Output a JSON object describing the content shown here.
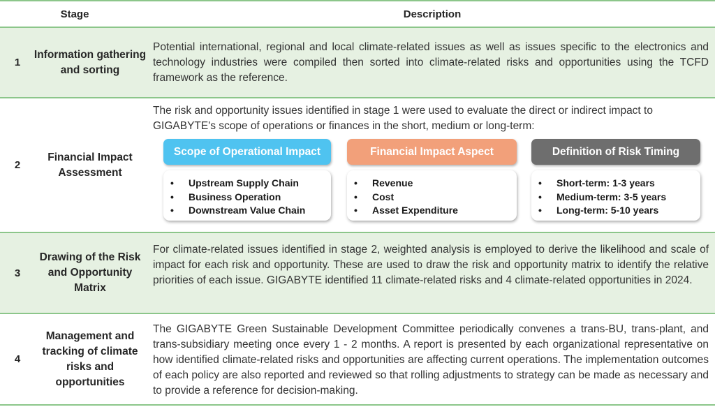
{
  "header": {
    "stage": "Stage",
    "description": "Description"
  },
  "rows": [
    {
      "num": "1",
      "name": "Information gathering and sorting",
      "text": "Potential international, regional and local climate-related issues as well as issues specific to the electronics and technology industries were compiled then sorted into climate-related risks and opportunities using the TCFD framework as the reference."
    },
    {
      "num": "2",
      "name": "Financial Impact Assessment",
      "text": "The risk and opportunity issues identified in stage 1 were used to evaluate the direct or indirect impact to GIGABYTE's scope of operations or finances in the short, medium or long-term:"
    },
    {
      "num": "3",
      "name": "Drawing of the Risk and Opportunity Matrix",
      "text": "For climate-related issues identified in stage 2, weighted analysis is employed to derive the likelihood and scale of impact for each risk and opportunity. These are used to draw the risk and opportunity matrix to identify the relative priorities of each issue. GIGABYTE identified 11 climate-related risks and 4 climate-related opportunities in 2024."
    },
    {
      "num": "4",
      "name": "Management and tracking of climate risks and opportunities",
      "text": "The GIGABYTE Green Sustainable Development Committee periodically convenes a trans-BU, trans-plant, and trans-subsidiary meeting once every 1 - 2 months. A report is presented by each organizational representative on how identified climate-related risks and opportunities are affecting current operations. The implementation outcomes of each policy are also reported and reviewed so that rolling adjustments to strategy can be made as necessary and to provide a reference for decision-making."
    }
  ],
  "cards": [
    {
      "title": "Scope of Operational Impact",
      "color": "#4fc3f0",
      "items": [
        "Upstream Supply Chain",
        "Business Operation",
        "Downstream Value Chain"
      ]
    },
    {
      "title": "Financial Impact Aspect",
      "color": "#f2a07a",
      "items": [
        "Revenue",
        "Cost",
        "Asset Expenditure"
      ]
    },
    {
      "title": "Definition of Risk Timing",
      "color": "#6e6e6e",
      "items": [
        "Short-term: 1-3 years",
        "Medium-term: 3-5 years",
        "Long-term: 5-10 years"
      ]
    }
  ],
  "bullet": "•",
  "colors": {
    "border": "#8cc68a",
    "stripe": "#e6f1e2"
  }
}
